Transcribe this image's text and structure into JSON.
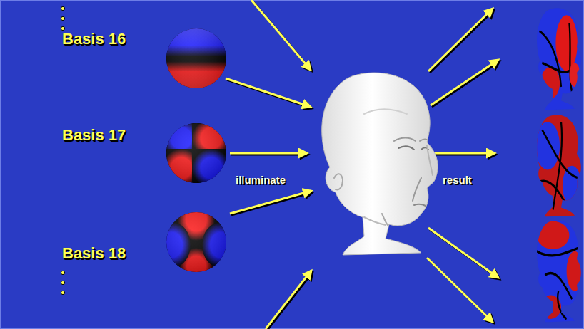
{
  "diagram": {
    "nodes": [
      {
        "text": [
          "Basis 16"
        ]
      },
      {
        "text": [
          "Basis 17"
        ]
      },
      {
        "text": [
          "Basis 18"
        ]
      }
    ],
    "labels": [
      "illuminate",
      "result"
    ]
  }
}
